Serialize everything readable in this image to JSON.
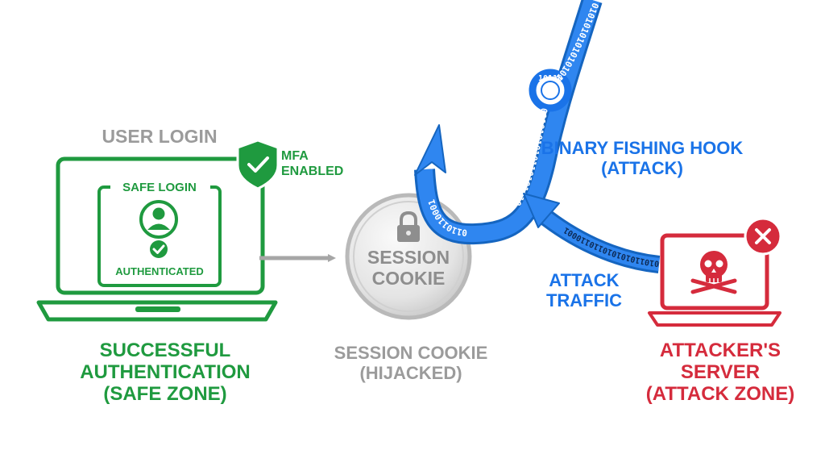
{
  "colors": {
    "safe": "#1f9a3f",
    "neutral": "#9b9b9b",
    "attack": "#1a73e8",
    "danger": "#d52b3c"
  },
  "user_side": {
    "heading": "USER LOGIN",
    "panel_title": "SAFE LOGIN",
    "status": "AUTHENTICATED",
    "badge_text": [
      "MFA",
      "ENABLED"
    ],
    "caption": [
      "SUCCESSFUL",
      "AUTHENTICATION",
      "(SAFE ZONE)"
    ],
    "icons": [
      "laptop-icon",
      "shield-check-icon",
      "user-icon",
      "check-circle-icon"
    ]
  },
  "cookie": {
    "label": [
      "SESSION",
      "COOKIE"
    ],
    "caption": [
      "SESSION COOKIE",
      "(HIJACKED)"
    ],
    "icons": [
      "padlock-icon"
    ]
  },
  "hook": {
    "label": [
      "BINARY FISHING HOOK",
      "(ATTACK)"
    ],
    "binary": [
      "0101010101010101010101010101",
      "10110",
      "0110101010110101010",
      "0110110001"
    ]
  },
  "traffic": {
    "label": [
      "ATTACK",
      "TRAFFIC"
    ],
    "binary": "010110101010110110001"
  },
  "attacker": {
    "caption": [
      "ATTACKER'S",
      "SERVER",
      "(ATTACK ZONE)"
    ],
    "icons": [
      "laptop-icon",
      "skull-icon",
      "close-icon"
    ]
  }
}
